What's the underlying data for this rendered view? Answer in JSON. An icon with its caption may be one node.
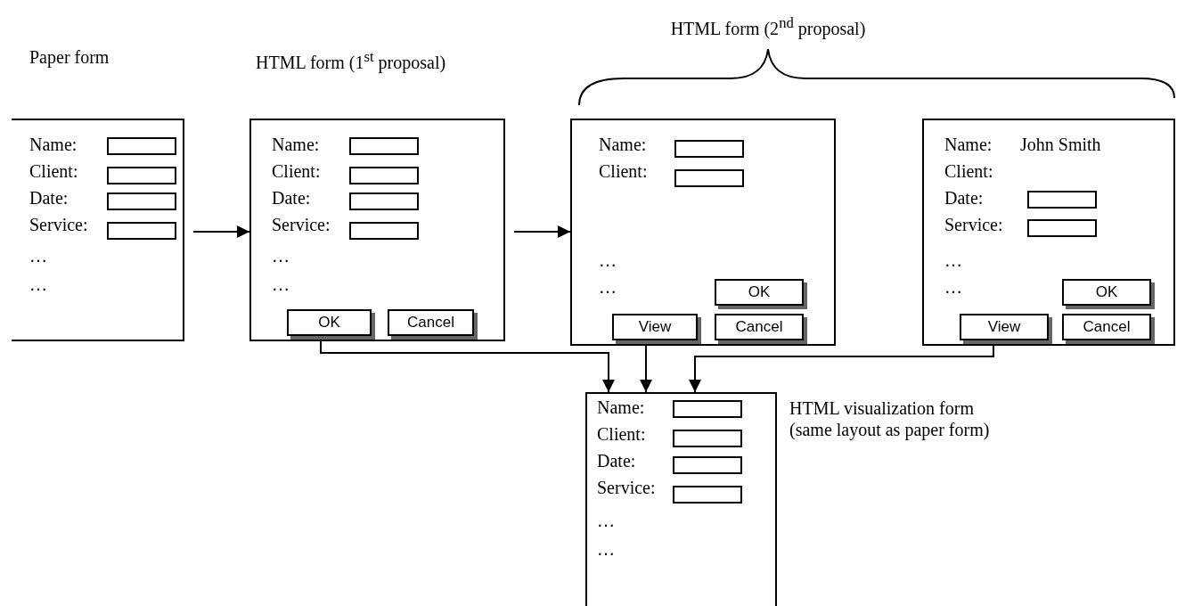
{
  "diagram": {
    "nodes": [
      {
        "text": [
          "Paper form",
          "Name:",
          "Client:",
          "Date:",
          "Service:",
          "…",
          "…"
        ]
      },
      {
        "text": [
          "HTML form (1$^{st}$ proposal)",
          "Name:",
          "Client:",
          "Date:",
          "Service:",
          "…",
          "…"
        ]
      },
      {
        "text": [
          "OK"
        ],
        "in": 1
      },
      {
        "text": [
          "Cancel"
        ],
        "in": 1
      },
      {
        "text": [
          "Name:",
          "Client:",
          "…",
          "…"
        ]
      },
      {
        "text": [
          "OK"
        ],
        "in": 4
      },
      {
        "text": [
          "View"
        ],
        "in": 4
      },
      {
        "text": [
          "Cancel"
        ],
        "in": 4
      },
      {
        "text": [
          "Name:",
          "John Smith",
          "Client:",
          "Date:",
          "Service:",
          "…",
          "…"
        ]
      },
      {
        "text": [
          "OK"
        ],
        "in": 8
      },
      {
        "text": [
          "View"
        ],
        "in": 8
      },
      {
        "text": [
          "Cancel"
        ],
        "in": 8
      },
      {
        "text": [
          "Name:",
          "Client:",
          "Date:",
          "Service:",
          "…",
          "…"
        ],
        "beside": [
          "HTML visualization form (same layout as paper form)"
        ]
      }
    ],
    "edges": [
      {
        "from": 0,
        "to": 1,
        "arrow": "to"
      },
      {
        "from": 1,
        "to": 4,
        "arrow": "to"
      },
      {
        "from": 2,
        "to": 12,
        "arrow": "to"
      },
      {
        "from": 6,
        "to": 12,
        "arrow": "to"
      },
      {
        "from": 10,
        "to": 12,
        "arrow": "to"
      }
    ],
    "labels": [
      "HTML form (2$^{nd}$ proposal)"
    ]
  }
}
